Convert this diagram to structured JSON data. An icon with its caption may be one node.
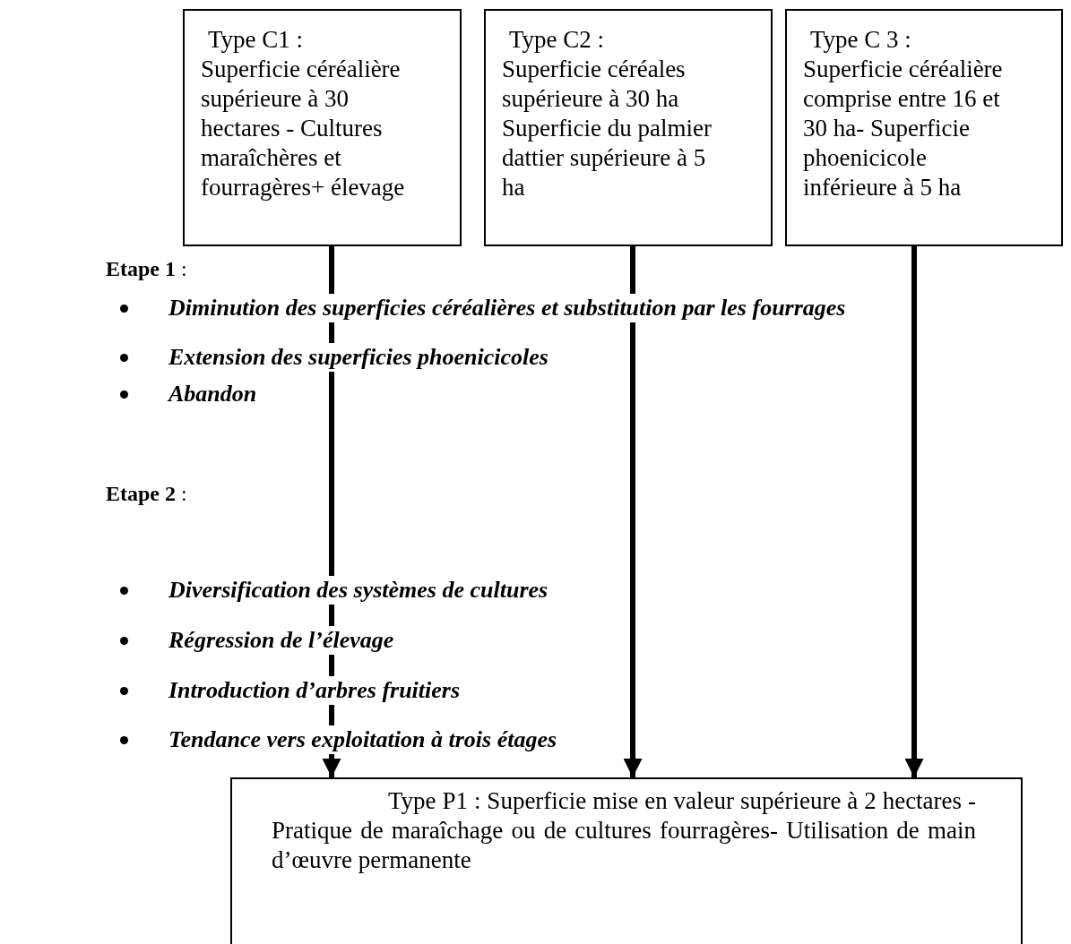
{
  "diagram": {
    "nodes": [
      {
        "text": [
          "Type C1 :",
          "Superficie céréalière supérieure à 30 hectares - Cultures maraîchères et fourragères+ élevage"
        ]
      },
      {
        "text": [
          "Type C2 :",
          "Superficie céréales supérieure à 30 ha Superficie du palmier dattier supérieure à 5 ha"
        ]
      },
      {
        "text": [
          "Type C 3 :",
          "Superficie céréalière comprise entre 16 et 30 ha- Superficie phoenicicole inférieure à 5  ha"
        ]
      },
      {
        "text": [
          "Type P1 : Superficie mise en valeur supérieure à 2 hectares - Pratique de maraîchage ou de cultures fourragères- Utilisation de main d’œuvre permanente"
        ]
      }
    ],
    "edges": [
      {
        "from": 0,
        "to": 3,
        "arrow": "to"
      },
      {
        "from": 1,
        "to": 3,
        "arrow": "to"
      },
      {
        "from": 2,
        "to": 3,
        "arrow": "to"
      }
    ],
    "labels": [
      "**Etape 1** :",
      "Diminution des superficies céréalières et substitution par les fourrages",
      "Extension des superficies phoenicicoles",
      "Abandon",
      "**Etape 2** :",
      "Diversification des systèmes de cultures",
      "Régression de l’élevage",
      "Introduction d’arbres fruitiers",
      "Tendance vers exploitation à trois étages"
    ]
  }
}
